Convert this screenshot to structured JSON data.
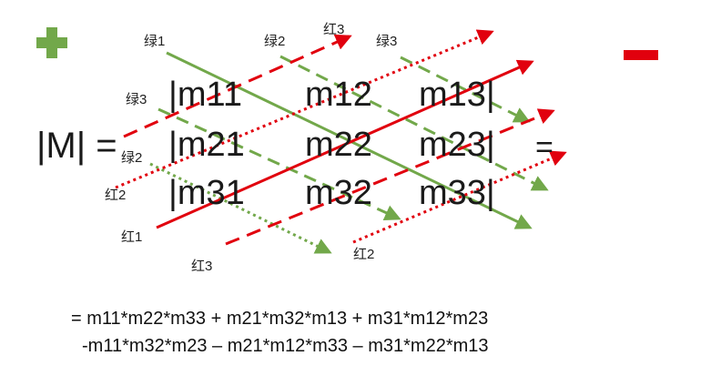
{
  "determinant_label": "|M| =",
  "equals_sign": "=",
  "matrix": {
    "row1": {
      "left": "|m11",
      "mid": "m12",
      "right": "m13|"
    },
    "row2": {
      "left": "|m21",
      "mid": "m22",
      "right": "m23|"
    },
    "row3": {
      "left": "|m31",
      "mid": "m32",
      "right": "m33|"
    }
  },
  "diagonal_labels": {
    "green1": "绿1",
    "green2_top": "绿2",
    "green3_top": "绿3",
    "green3_left": "绿3",
    "green2_left": "绿2",
    "red3_top": "红3",
    "red2_left": "红2",
    "red1": "红1",
    "red3_bottom": "红3",
    "red2_bottom": "红2"
  },
  "formula": {
    "line1": "= m11*m22*m33 + m21*m32*m13 + m31*m12*m23",
    "line2": "-m11*m32*m23 – m21*m12*m33 – m31*m22*m13"
  },
  "colors": {
    "green": "#72a84a",
    "red": "#e1000e"
  },
  "icons": {
    "plus": "plus-icon",
    "minus": "minus-icon"
  }
}
